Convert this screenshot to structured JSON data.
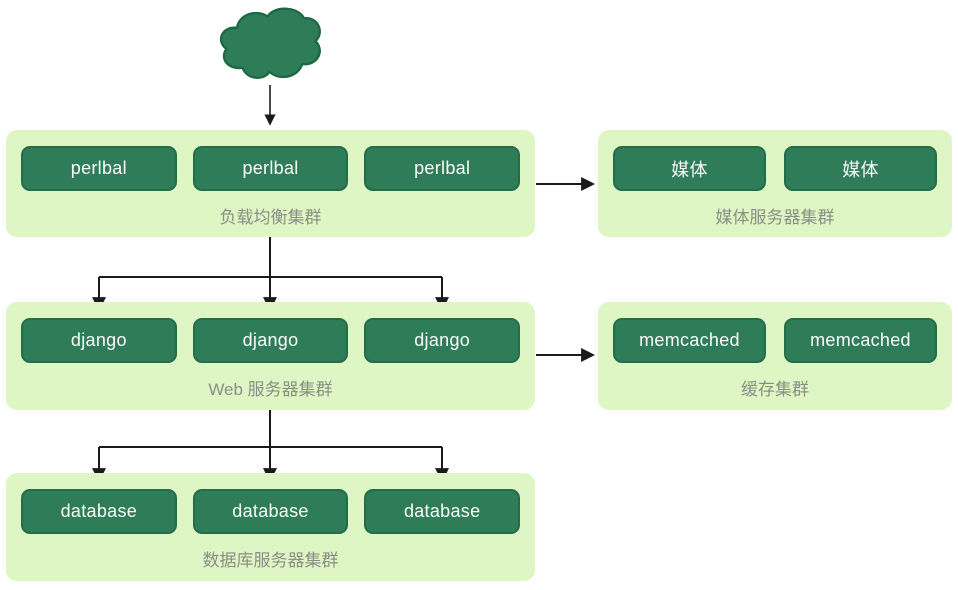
{
  "diagram_title": "server-architecture-diagram",
  "clusters": [
    {
      "key": "load-balancer",
      "caption": "负载均衡集群",
      "nodes": [
        "perlbal",
        "perlbal",
        "perlbal"
      ]
    },
    {
      "key": "media",
      "caption": "媒体服务器集群",
      "nodes": [
        "媒体",
        "媒体"
      ]
    },
    {
      "key": "web",
      "caption": "Web 服务器集群",
      "nodes": [
        "django",
        "django",
        "django"
      ]
    },
    {
      "key": "cache",
      "caption": "缓存集群",
      "nodes": [
        "memcached",
        "memcached"
      ]
    },
    {
      "key": "database",
      "caption": "数据库服务器集群",
      "nodes": [
        "database",
        "database",
        "database"
      ]
    }
  ],
  "edges": [
    {
      "from": "internet-cloud",
      "to": "load-balancer"
    },
    {
      "from": "load-balancer",
      "to": "media"
    },
    {
      "from": "load-balancer",
      "to": "web",
      "fanout": 3
    },
    {
      "from": "web",
      "to": "cache"
    },
    {
      "from": "web",
      "to": "database",
      "fanout": 3
    }
  ],
  "icons": {
    "cloud": "internet-cloud-icon"
  },
  "colors": {
    "node_fill": "#2f7d58",
    "node_border": "#236d4a",
    "node_text": "#fafafa",
    "cluster_fill": "#ddf6c3",
    "caption_text": "#8a9086",
    "arrow": "#1b1b1b",
    "cloud_fill": "#2f7d58",
    "cloud_stroke": "#1e6845",
    "background": "#ffffff"
  }
}
